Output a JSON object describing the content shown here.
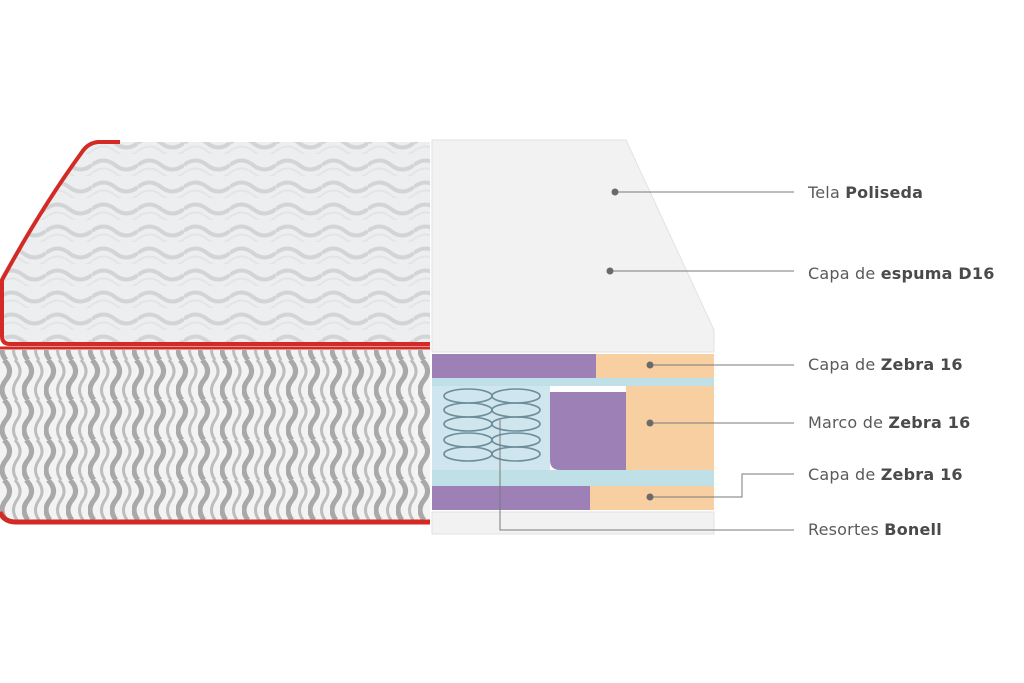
{
  "colors": {
    "piping": "#d42a25",
    "fabric_light": "#eef0f1",
    "fabric_dark": "#a9a9a9",
    "tela": "#f2f2f2",
    "purple_foam": "#9c80b6",
    "orange_foam": "#f7cfa1",
    "blue_frame": "#bfe0e6",
    "spring_bg": "#cfe6ee",
    "spring_wire": "#6e8d9b",
    "leader": "#7a7a7a"
  },
  "labels": [
    {
      "prefix": "Tela",
      "bold": "Poliseda"
    },
    {
      "prefix": "Capa de",
      "bold": "espuma D16"
    },
    {
      "prefix": "Capa de",
      "bold": "Zebra 16"
    },
    {
      "prefix": "Marco de",
      "bold": "Zebra 16"
    },
    {
      "prefix": "Capa de",
      "bold": "Zebra 16"
    },
    {
      "prefix": "Resortes",
      "bold": "Bonell"
    }
  ]
}
